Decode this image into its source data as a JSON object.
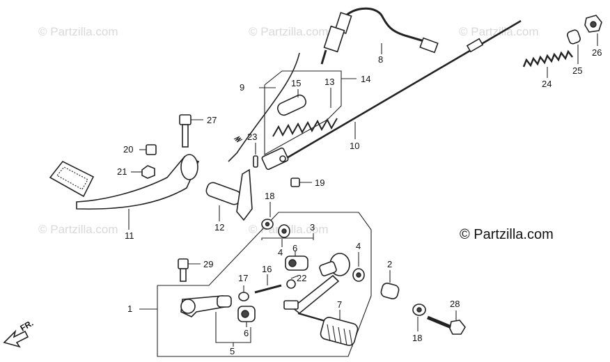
{
  "watermarks": [
    "© Partzilla.com",
    "© Partzilla.com",
    "© Partzilla.com",
    "© Partzilla.com",
    "© Partzilla.com"
  ],
  "copyright": "© Partzilla.com",
  "direction_label": "FR.",
  "callouts": {
    "c1": "1",
    "c2": "2",
    "c3": "3",
    "c4a": "4",
    "c4b": "4",
    "c5": "5",
    "c6a": "6",
    "c6b": "6",
    "c7": "7",
    "c8": "8",
    "c9": "9",
    "c10": "10",
    "c11": "11",
    "c12": "12",
    "c13": "13",
    "c14": "14",
    "c15": "15",
    "c16": "16",
    "c17": "17",
    "c18a": "18",
    "c18b": "18",
    "c19": "19",
    "c20": "20",
    "c21": "21",
    "c22": "22",
    "c23": "23",
    "c24": "24",
    "c25": "25",
    "c26": "26",
    "c27": "27",
    "c28": "28",
    "c29": "29"
  }
}
